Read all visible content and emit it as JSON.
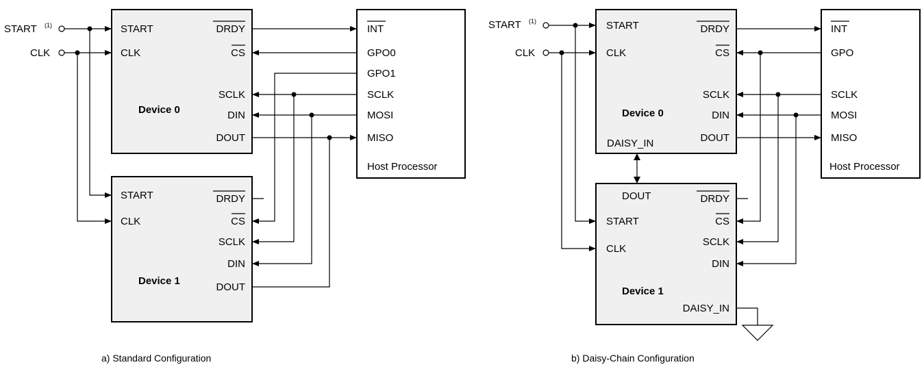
{
  "inputs": {
    "start_label": "START",
    "start_footnote": "(1)",
    "clk_label": "CLK"
  },
  "config_a": {
    "caption": "a) Standard Configuration",
    "device0": {
      "name": "Device 0",
      "pins_left": [
        "START",
        "CLK"
      ],
      "pins_right": [
        "DRDY",
        "CS",
        "SCLK",
        "DIN",
        "DOUT"
      ]
    },
    "device1": {
      "name": "Device 1",
      "pins_left": [
        "START",
        "CLK"
      ],
      "pins_right": [
        "DRDY",
        "CS",
        "SCLK",
        "DIN",
        "DOUT"
      ]
    },
    "host": {
      "name": "Host Processor",
      "pins": [
        "INT",
        "GPO0",
        "GPO1",
        "SCLK",
        "MOSI",
        "MISO"
      ]
    }
  },
  "config_b": {
    "caption": "b) Daisy-Chain Configuration",
    "device0": {
      "name": "Device 0",
      "pins_left": [
        "START",
        "CLK",
        "DAISY_IN"
      ],
      "pins_right": [
        "DRDY",
        "CS",
        "SCLK",
        "DIN",
        "DOUT"
      ]
    },
    "device1": {
      "name": "Device 1",
      "pins_left": [
        "DOUT",
        "START",
        "CLK"
      ],
      "pins_right": [
        "DRDY",
        "CS",
        "SCLK",
        "DIN",
        "DAISY_IN"
      ]
    },
    "host": {
      "name": "Host Processor",
      "pins": [
        "INT",
        "GPO",
        "SCLK",
        "MOSI",
        "MISO"
      ]
    }
  },
  "overlined_signals": [
    "DRDY",
    "CS",
    "INT"
  ]
}
